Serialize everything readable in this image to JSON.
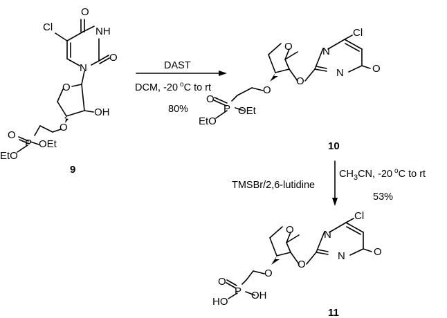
{
  "compounds": [
    {
      "id": "9",
      "atoms": {
        "o_carbonyl_top": "O",
        "cl": "Cl",
        "nh": "NH",
        "n": "N",
        "o_carbonyl_right": "O",
        "o_ring": "O",
        "oh": "OH",
        "o_ether": "O",
        "p": "P",
        "o_double": "O",
        "oet": "OEt",
        "eto": "EtO"
      }
    },
    {
      "id": "10",
      "atoms": {
        "o_ring": "O",
        "n": "N",
        "cl": "Cl",
        "o_carbonyl": "O",
        "n_imine": "N",
        "o_oxazoline": "O",
        "o_ether": "O",
        "p": "P",
        "o_double": "O",
        "oet": "OEt",
        "eto": "EtO"
      }
    },
    {
      "id": "11",
      "atoms": {
        "o_ring": "O",
        "n": "N",
        "cl": "Cl",
        "o_carbonyl": "O",
        "n_imine": "N",
        "o_oxazoline": "O",
        "o_ether": "O",
        "p": "P",
        "o_double": "O",
        "oh_right": "OH",
        "ho": "HO"
      }
    }
  ],
  "reactions": [
    {
      "reagent": "DAST",
      "conditions_solvent": "DCM, -20",
      "conditions_degree": "o",
      "conditions_rest": "C to rt",
      "yield": "80%"
    },
    {
      "reagent": "TMSBr/2,6-lutidine",
      "cond_pre": "CH",
      "cond_sub": "3",
      "cond_mid": "CN, -20",
      "cond_degree": "o",
      "cond_rest": "C to rt",
      "yield": "53%"
    }
  ]
}
